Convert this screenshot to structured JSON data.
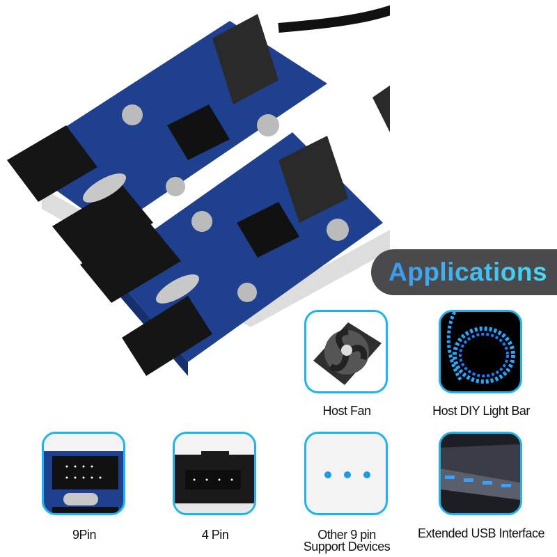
{
  "banner": {
    "title": "Applications"
  },
  "applications": [
    {
      "label": "Host Fan",
      "icon": "fan-icon"
    },
    {
      "label": "Host DIY Light Bar",
      "icon": "led-strip-icon"
    },
    {
      "label": "9Pin",
      "icon": "9pin-header-icon"
    },
    {
      "label": "4 Pin",
      "icon": "4pin-connector-icon"
    },
    {
      "label_line1": "Other 9 pin",
      "label_line2": "Support Devices",
      "icon": "more-dots-icon"
    },
    {
      "label": "Extended USB Interface",
      "icon": "usb-hub-icon"
    }
  ],
  "colors": {
    "accent": "#1cb4ec",
    "banner_bg": "#4a4a4c",
    "pcb": "#1f3f8f"
  }
}
